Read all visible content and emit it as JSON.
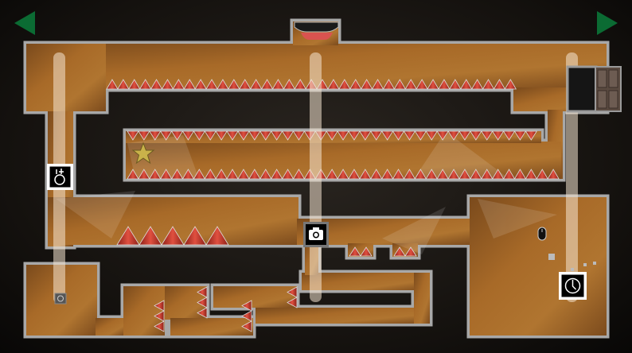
{
  "colors": {
    "floor": "#a86a28",
    "floor_dark": "#7a4a1c",
    "wall_edge": "#a8a8a8",
    "spike": "#c0392b",
    "nav_arrow": "#0b6b33",
    "light_beam": "#f2e2cc",
    "star": "#c9b24a",
    "button": "#d9534f"
  },
  "navigation": {
    "prev_icon": "triangle-left",
    "next_icon": "triangle-right"
  },
  "level": {
    "collectible": "star",
    "exit": "door",
    "pickups": [
      "gravity-switch",
      "camera",
      "clock",
      "reset"
    ],
    "hint_icon": "mouse"
  }
}
